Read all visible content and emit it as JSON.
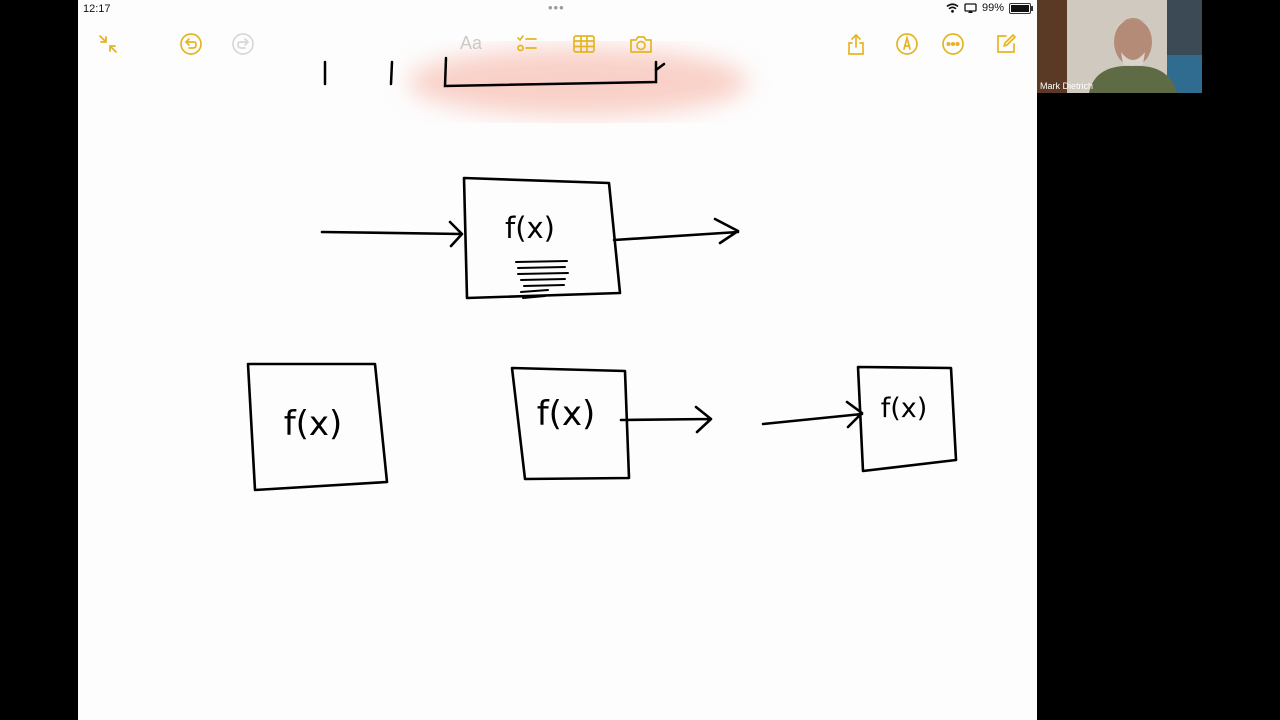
{
  "status_bar": {
    "time": "12:17",
    "battery_percent": "99%",
    "battery_level": 0.99,
    "icons": [
      "wifi-icon",
      "screen-mirror-icon",
      "battery-icon"
    ]
  },
  "toolbar": {
    "format_label": "Aa",
    "accent_color": "#e6b422",
    "left_buttons": [
      "collapse-icon",
      "undo-icon",
      "redo-icon"
    ],
    "center_buttons": [
      "text-format-icon",
      "checklist-icon",
      "table-icon",
      "camera-icon"
    ],
    "right_buttons": [
      "share-icon",
      "markup-icon",
      "more-icon",
      "compose-icon"
    ]
  },
  "diagram": {
    "top_box_label": "f(x)",
    "bottom_boxes": [
      {
        "label": "f(x)"
      },
      {
        "label": "f(x)"
      },
      {
        "label": "f(x)"
      }
    ]
  },
  "video": {
    "participant_name": "Mark Dietrich"
  }
}
